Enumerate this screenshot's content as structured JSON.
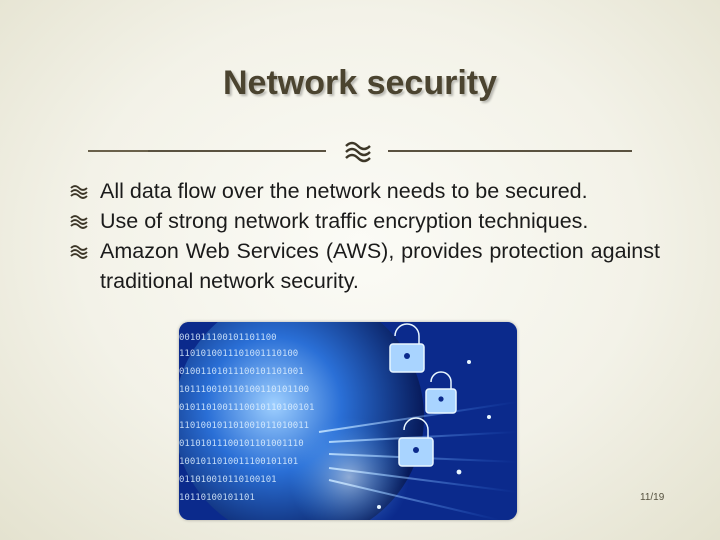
{
  "slide": {
    "title": "Network security",
    "bullets": [
      "All data flow over the network needs to be secured.",
      "Use of strong network traffic encryption techniques.",
      "Amazon Web Services (AWS), provides protection against traditional network security."
    ],
    "page_number": "11/19",
    "bullet_icon": "wave-bullet-icon",
    "divider_icon": "wave-ornament-icon",
    "image_icon": "digital-globe-padlock-icon"
  },
  "colors": {
    "title": "#4b4430",
    "text": "#1b1b1b",
    "background": "#f3f2e8"
  }
}
